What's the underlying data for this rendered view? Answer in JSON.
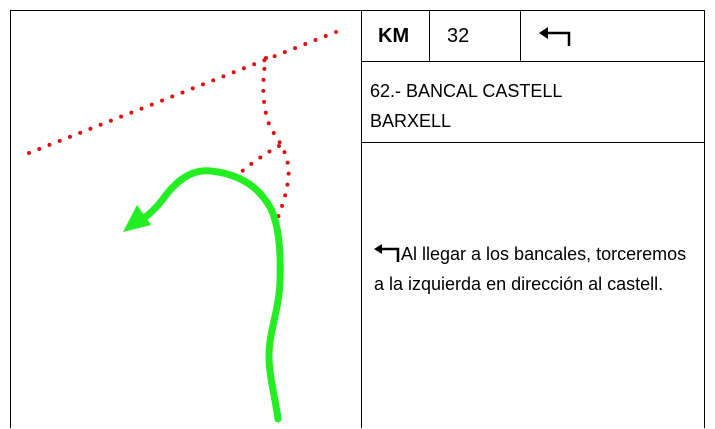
{
  "header": {
    "km_label": "KM",
    "km_value": "32",
    "direction_icon": "turn-left-arrow-icon"
  },
  "title": {
    "line1": "62.- BANCAL CASTELL",
    "line2": "BARXELL"
  },
  "description": {
    "icon": "turn-left-arrow-icon",
    "text": "Al llegar a los bancales, torceremos a la izquierda en dirección al castell."
  },
  "colors": {
    "route": "#22ee22",
    "path_dotted": "#dd1111",
    "border": "#000000"
  }
}
